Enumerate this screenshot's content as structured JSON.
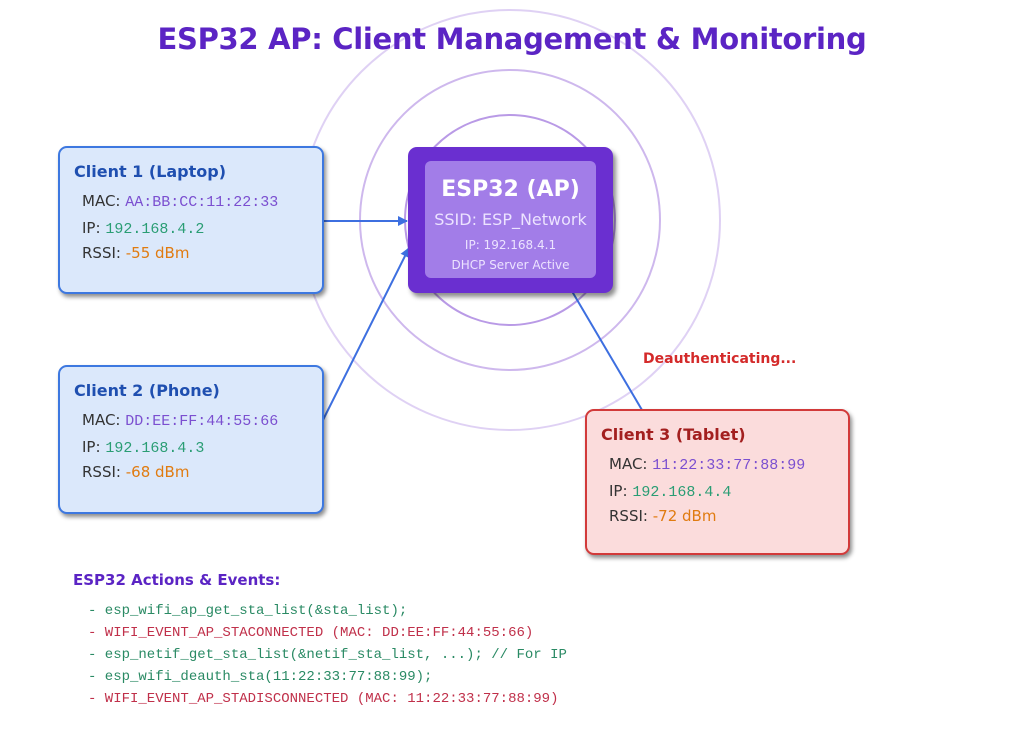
{
  "title": "ESP32 AP: Client Management & Monitoring",
  "access_point": {
    "title": "ESP32 (AP)",
    "ssid": "SSID: ESP_Network",
    "ip": "IP: 192.168.4.1",
    "dhcp": "DHCP Server Active"
  },
  "clients": [
    {
      "name": "Client 1 (Laptop)",
      "mac_label": "MAC:",
      "mac": "AA:BB:CC:11:22:33",
      "ip_label": "IP:",
      "ip": "192.168.4.2",
      "rssi_label": "RSSI:",
      "rssi": "-55 dBm"
    },
    {
      "name": "Client 2 (Phone)",
      "mac_label": "MAC:",
      "mac": "DD:EE:FF:44:55:66",
      "ip_label": "IP:",
      "ip": "192.168.4.3",
      "rssi_label": "RSSI:",
      "rssi": "-68 dBm"
    },
    {
      "name": "Client 3 (Tablet)",
      "mac_label": "MAC:",
      "mac": "11:22:33:77:88:99",
      "ip_label": "IP:",
      "ip": "192.168.4.4",
      "rssi_label": "RSSI:",
      "rssi": "-72 dBm"
    }
  ],
  "deauth_label": "Deauthenticating...",
  "events_title": "ESP32 Actions & Events:",
  "events": [
    {
      "text": "- esp_wifi_ap_get_sta_list(&sta_list);",
      "kind": "call"
    },
    {
      "text": "- WIFI_EVENT_AP_STACONNECTED (MAC: DD:EE:FF:44:55:66)",
      "kind": "event"
    },
    {
      "text": "- esp_netif_get_sta_list(&netif_sta_list, ...); // For IP",
      "kind": "call"
    },
    {
      "text": "- esp_wifi_deauth_sta(11:22:33:77:88:99);",
      "kind": "call"
    },
    {
      "text": "- WIFI_EVENT_AP_STADISCONNECTED (MAC: 11:22:33:77:88:99)",
      "kind": "event"
    }
  ],
  "colors": {
    "title": "#5b24c4",
    "ap_box": "#6a2fd0",
    "client_border": "#3d78e0",
    "client3_border": "#d23a3a",
    "arrow": "#3d6fe0",
    "signal_rings": "#b99ae6"
  }
}
